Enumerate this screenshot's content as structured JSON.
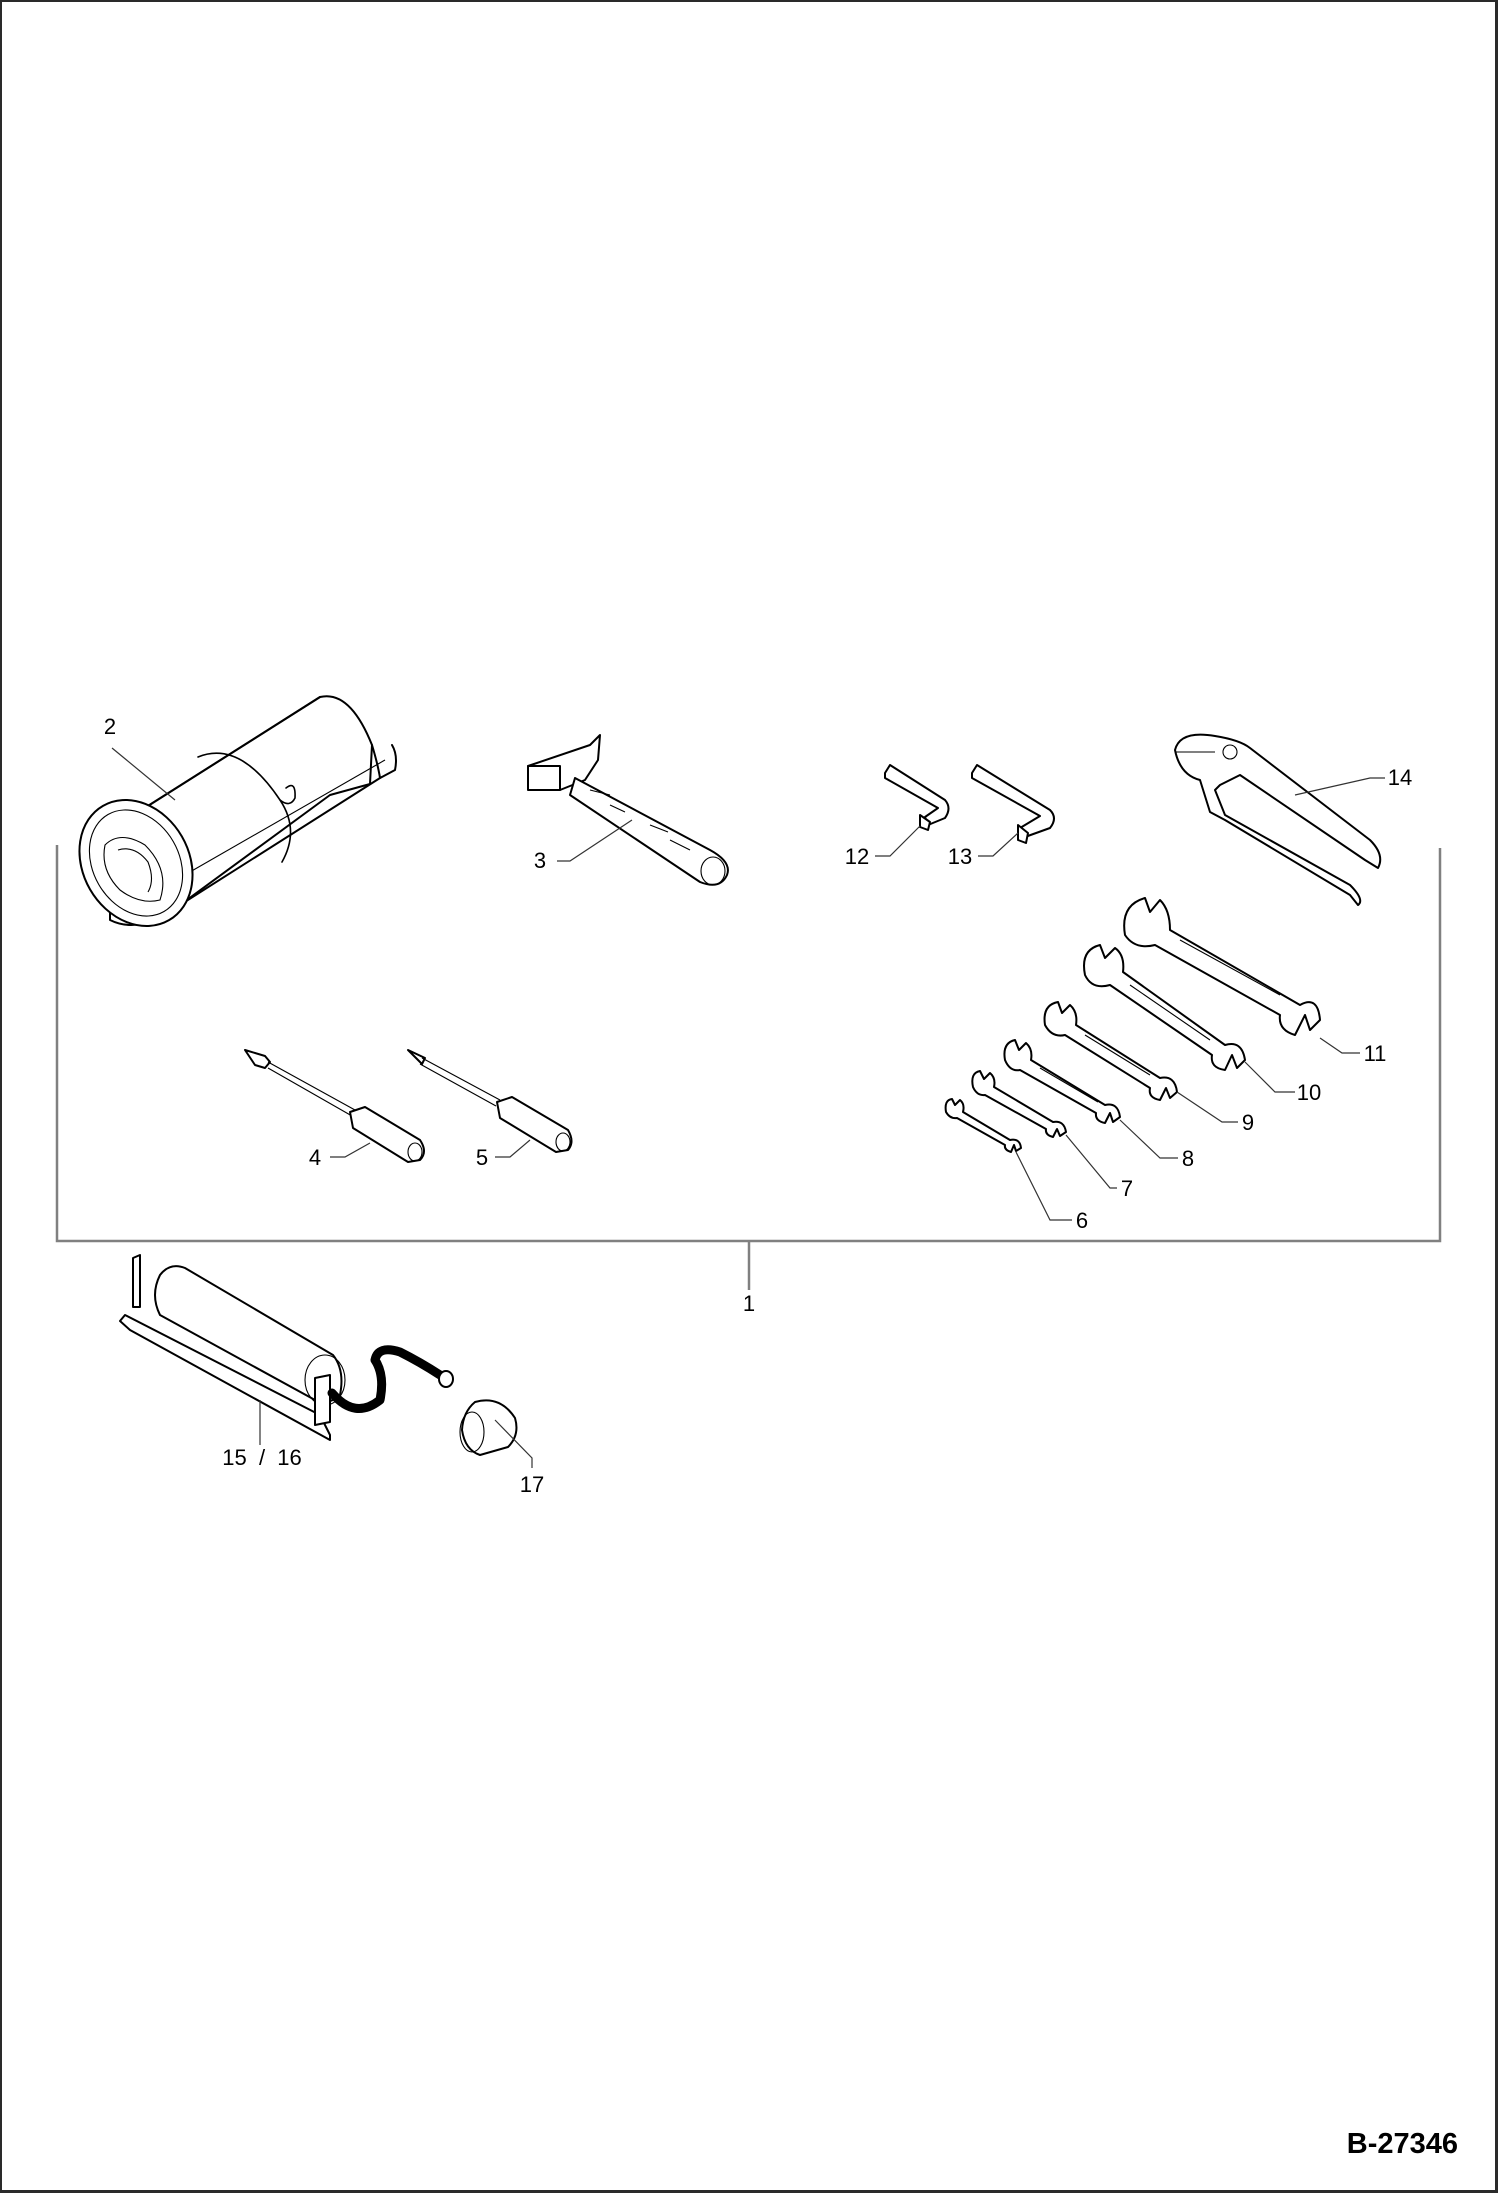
{
  "drawing": {
    "number": "B-27346",
    "group_label": "1"
  },
  "callouts": [
    {
      "id": "2",
      "label": "2",
      "part": "tool-roll-bag"
    },
    {
      "id": "3",
      "label": "3",
      "part": "hammer"
    },
    {
      "id": "4",
      "label": "4",
      "part": "flat-screwdriver"
    },
    {
      "id": "5",
      "label": "5",
      "part": "pointed-screwdriver"
    },
    {
      "id": "6",
      "label": "6",
      "part": "open-end-wrench-smallest"
    },
    {
      "id": "7",
      "label": "7",
      "part": "open-end-wrench"
    },
    {
      "id": "8",
      "label": "8",
      "part": "open-end-wrench"
    },
    {
      "id": "9",
      "label": "9",
      "part": "open-end-wrench"
    },
    {
      "id": "10",
      "label": "10",
      "part": "open-end-wrench"
    },
    {
      "id": "11",
      "label": "11",
      "part": "open-end-wrench-largest"
    },
    {
      "id": "12",
      "label": "12",
      "part": "hex-key-small"
    },
    {
      "id": "13",
      "label": "13",
      "part": "hex-key-large"
    },
    {
      "id": "14",
      "label": "14",
      "part": "pliers"
    },
    {
      "id": "15_16",
      "label": "15  /  16",
      "part": "grease-gun"
    },
    {
      "id": "17",
      "label": "17",
      "part": "cap"
    }
  ]
}
